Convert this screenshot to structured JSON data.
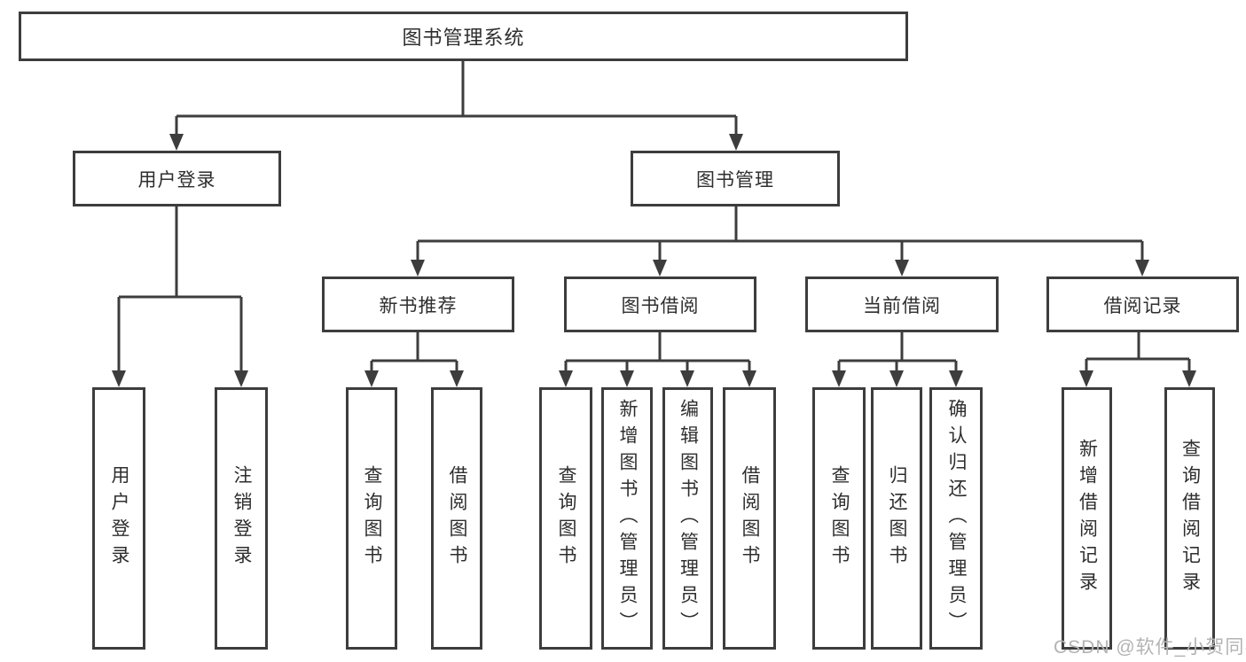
{
  "colors": {
    "line": "#3d3d3d",
    "text": "#2e2e2e",
    "watermark": "#b3b3b3",
    "background": "#ffffff"
  },
  "tree": {
    "label": "图书管理系统",
    "children": [
      {
        "label": "用户登录",
        "children": [
          {
            "label": "用户登录"
          },
          {
            "label": "注销登录"
          }
        ]
      },
      {
        "label": "图书管理",
        "children": [
          {
            "label": "新书推荐",
            "children": [
              {
                "label": "查询图书"
              },
              {
                "label": "借阅图书"
              }
            ]
          },
          {
            "label": "图书借阅",
            "children": [
              {
                "label": "查询图书"
              },
              {
                "label": "新增图书（管理员）"
              },
              {
                "label": "编辑图书（管理员）"
              },
              {
                "label": "借阅图书"
              }
            ]
          },
          {
            "label": "当前借阅",
            "children": [
              {
                "label": "查询图书"
              },
              {
                "label": "归还图书"
              },
              {
                "label": "确认归还（管理员）"
              }
            ]
          },
          {
            "label": "借阅记录",
            "children": [
              {
                "label": "新增借阅记录"
              },
              {
                "label": "查询借阅记录"
              }
            ]
          }
        ]
      }
    ]
  },
  "watermark": "CSDN @软件_小贺同学"
}
